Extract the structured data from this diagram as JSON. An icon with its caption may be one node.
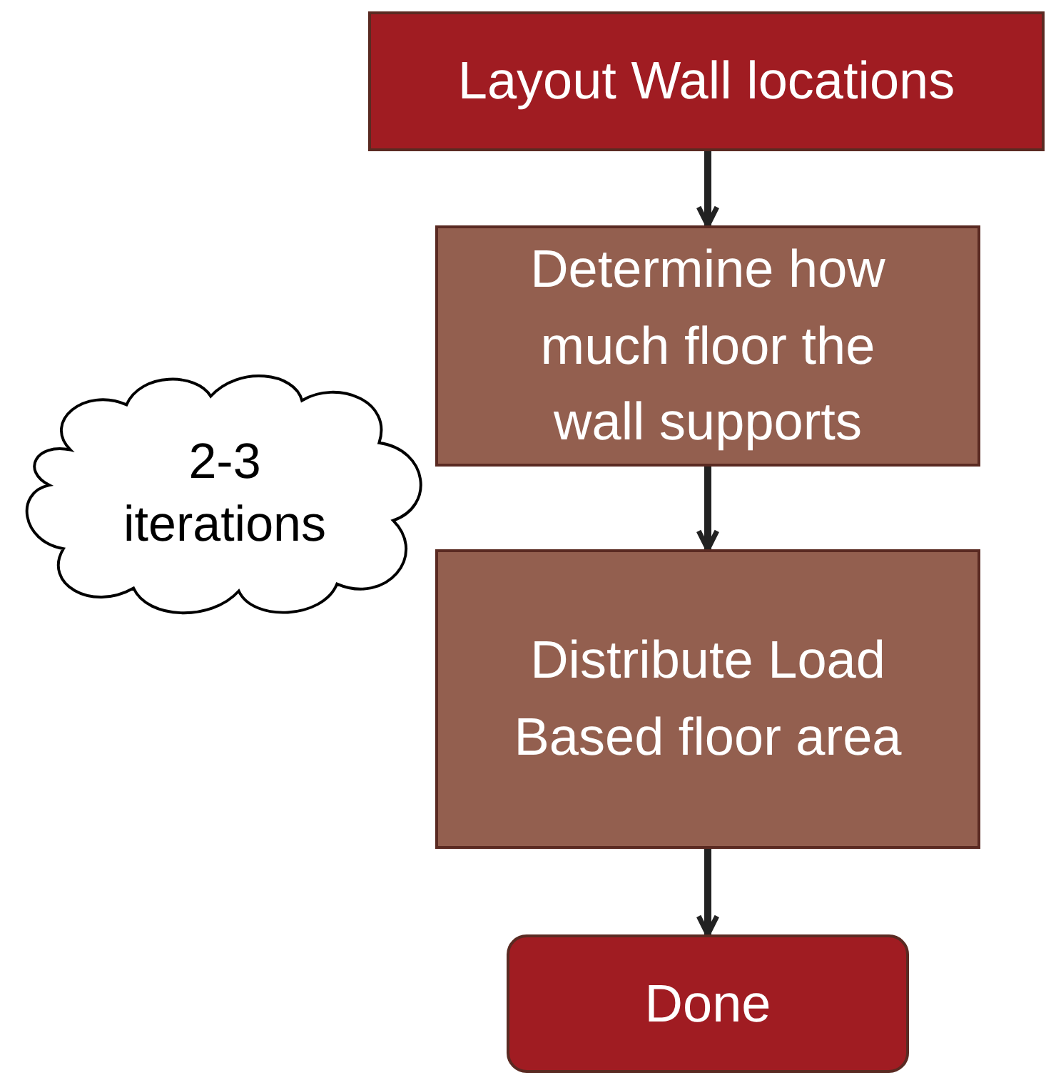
{
  "diagram": {
    "nodes": [
      {
        "text": [
          "Layout Wall locations"
        ]
      },
      {
        "text": [
          "Determine how much floor the wall supports"
        ]
      },
      {
        "text": [
          "Distribute Load Based floor area"
        ]
      },
      {
        "text": [
          "Done"
        ]
      },
      {
        "text": [
          "2-3 iterations"
        ]
      }
    ],
    "edges": [
      {
        "from": 0,
        "to": 1,
        "arrow": "to"
      },
      {
        "from": 1,
        "to": 2,
        "arrow": "to"
      },
      {
        "from": 2,
        "to": 3,
        "arrow": "to"
      }
    ]
  }
}
